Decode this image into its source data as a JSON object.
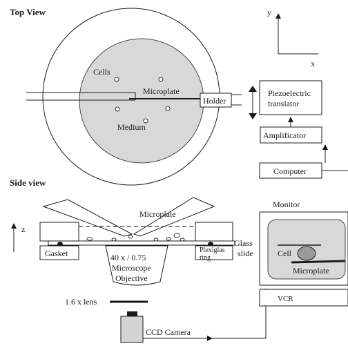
{
  "top_view": {
    "title": "Top View",
    "cells_label": "Cells",
    "microplate_label": "Microplate",
    "medium_label": "Medium",
    "holder_label": "Holder"
  },
  "axes_top": {
    "y": "y",
    "x": "x"
  },
  "control_chain": {
    "piezo_line1": "Piezoelectric",
    "piezo_line2": "translator",
    "amplifier": "Amplificator",
    "computer": "Computer"
  },
  "side_view": {
    "title": "Side view",
    "z_label": "z",
    "microplate_label": "Microplate",
    "glass_line1": "Glass",
    "glass_line2": "slide",
    "gasket_label": "Gasket",
    "plexiglas_line1": "Plexiglas",
    "plexiglas_line2": "ring",
    "objective_line1": "40 x / 0.75",
    "objective_line2": "Microscope",
    "objective_line3": "Objective",
    "lens_label": "1.6 x lens",
    "camera_label": "CCD Camera"
  },
  "monitor": {
    "title": "Monitor",
    "cell_label": "Cell",
    "microplate_label": "Microplate",
    "vcr_label": "VCR"
  }
}
